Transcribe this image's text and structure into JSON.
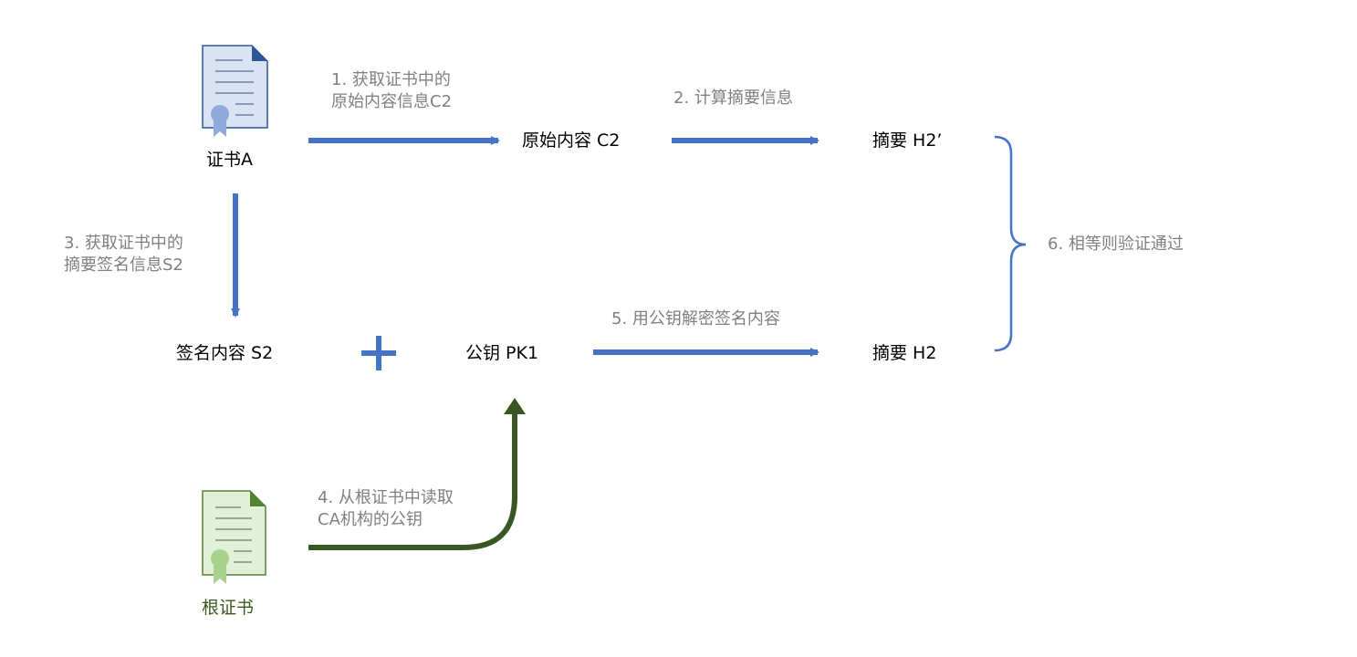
{
  "colors": {
    "blue_arrow": "#4472c4",
    "green_arrow": "#385723",
    "note_text": "#808080",
    "cert_a_fill": "#dae3f3",
    "cert_a_seal": "#8faadc",
    "root_cert_fill": "#e2f0d9",
    "root_cert_seal": "#a9d18e",
    "root_label": "#3c5a1f"
  },
  "icons": {
    "cert_a": "certificate-icon",
    "root_cert": "certificate-icon",
    "plus": "plus-icon"
  },
  "nodes": {
    "cert_a": "证书A",
    "original_content": "原始内容 C2",
    "digest_h2_prime": "摘要 H2’",
    "signature": "签名内容 S2",
    "public_key": "公钥 PK1",
    "digest_h2": "摘要 H2",
    "root_cert": "根证书"
  },
  "steps": {
    "step1": [
      "1. 获取证书中的",
      "原始内容信息C2"
    ],
    "step2": "2. 计算摘要信息",
    "step3": [
      "3. 获取证书中的",
      "摘要签名信息S2"
    ],
    "step4": [
      "4. 从根证书中读取",
      "CA机构的公钥"
    ],
    "step5": "5. 用公钥解密签名内容",
    "step6": "6. 相等则验证通过"
  }
}
